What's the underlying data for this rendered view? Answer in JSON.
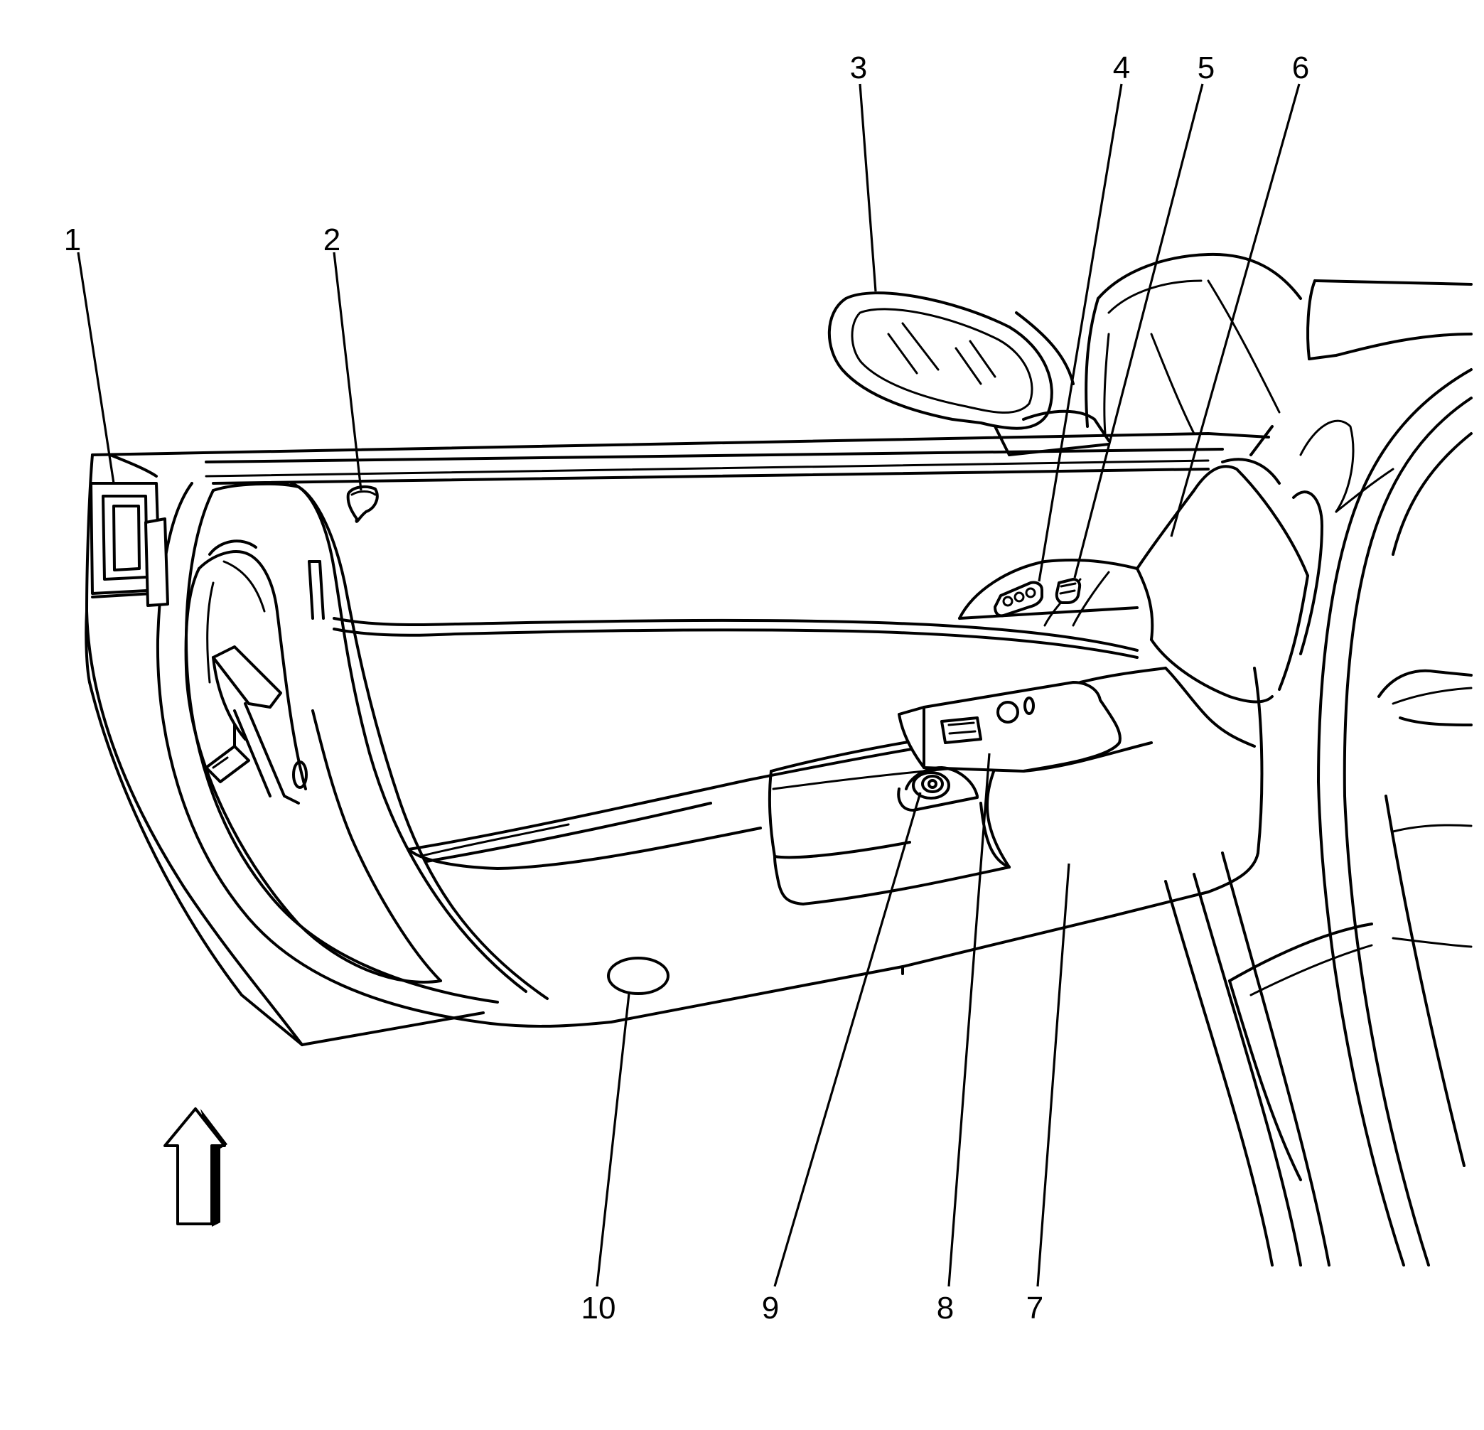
{
  "diagram": {
    "callouts": [
      "1",
      "2",
      "3",
      "4",
      "5",
      "6",
      "7",
      "8",
      "9",
      "10"
    ]
  }
}
